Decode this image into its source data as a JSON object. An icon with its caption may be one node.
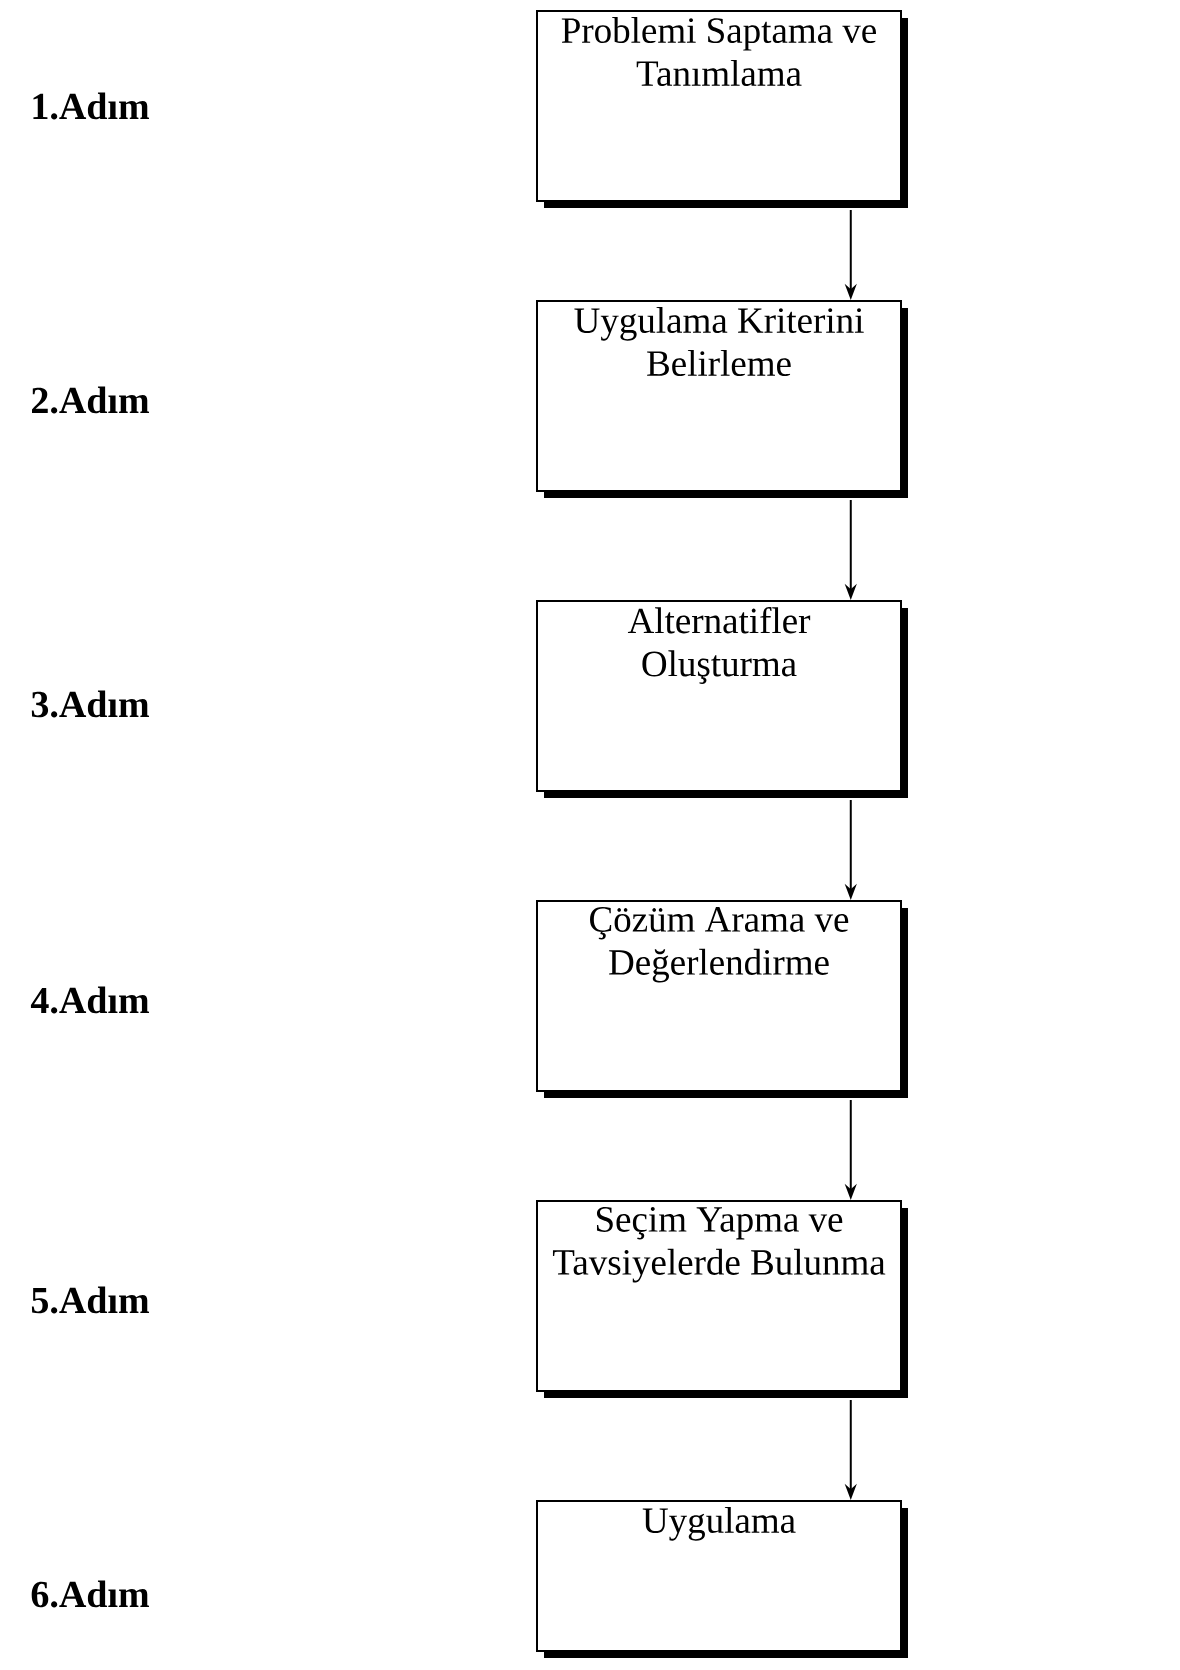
{
  "diagram": {
    "nodes": [
      {
        "text": [
          "Problemi Saptama ve Tanımlama"
        ]
      },
      {
        "text": [
          "Uygulama Kriterini Belirleme"
        ]
      },
      {
        "text": [
          "Alternatifler Oluşturma"
        ]
      },
      {
        "text": [
          "Çözüm Arama ve Değerlendirme"
        ]
      },
      {
        "text": [
          "Seçim Yapma ve Tavsiyelerde Bulunma"
        ]
      },
      {
        "text": [
          "Uygulama"
        ]
      }
    ],
    "edges": [
      {
        "from": 0,
        "to": 1,
        "arrow": "to"
      },
      {
        "from": 1,
        "to": 2,
        "arrow": "to"
      },
      {
        "from": 2,
        "to": 3,
        "arrow": "to"
      },
      {
        "from": 3,
        "to": 4,
        "arrow": "to"
      },
      {
        "from": 4,
        "to": 5,
        "arrow": "to"
      }
    ],
    "labels": [
      "1.Adım",
      "2.Adım",
      "3.Adım",
      "4.Adım",
      "5.Adım",
      "6.Adım"
    ]
  }
}
